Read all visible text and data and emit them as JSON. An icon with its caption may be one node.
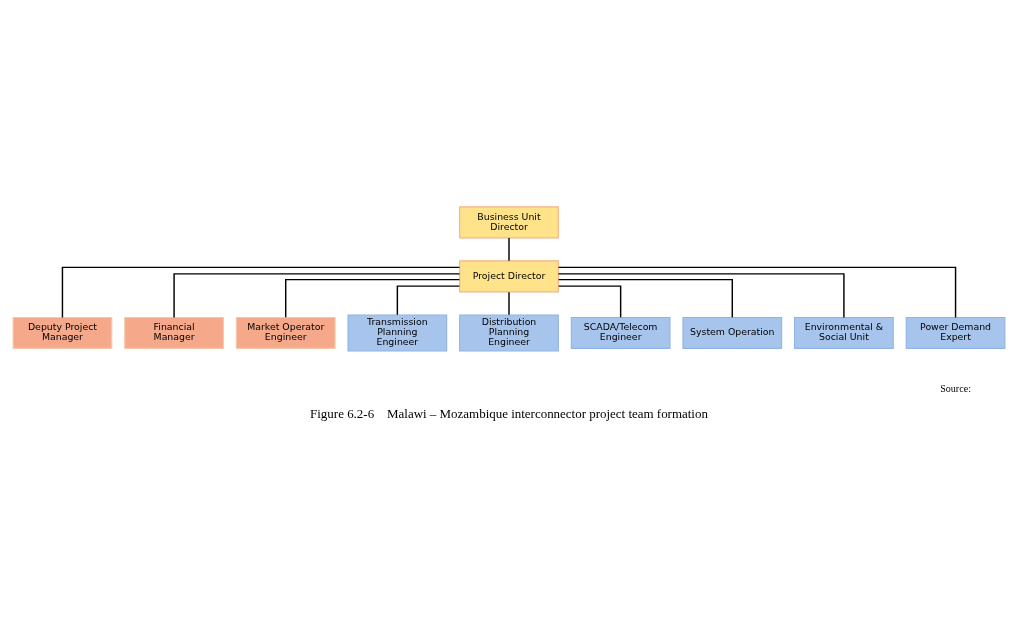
{
  "diagram": {
    "caption": "Figure 6.2-6    Malawi – Mozambique interconnector project team formation",
    "nodes": [
      {
        "text": [
          "Business Unit Director"
        ]
      },
      {
        "text": [
          "Project Director"
        ]
      },
      {
        "text": [
          "Deputy Project Manager"
        ]
      },
      {
        "text": [
          "Financial Manager"
        ]
      },
      {
        "text": [
          "Market Operator Engineer"
        ]
      },
      {
        "text": [
          "Transmission Planning Engineer"
        ]
      },
      {
        "text": [
          "Distribution Planning Engineer"
        ]
      },
      {
        "text": [
          "SCADA/Telecom Engineer"
        ]
      },
      {
        "text": [
          "System Operation"
        ]
      },
      {
        "text": [
          "Environmental & Social Unit"
        ]
      },
      {
        "text": [
          "Power Demand Expert"
        ]
      }
    ],
    "edges": [
      {
        "from": 0,
        "to": 1,
        "arrow": "none"
      },
      {
        "from": 1,
        "to": 2,
        "arrow": "none"
      },
      {
        "from": 1,
        "to": 3,
        "arrow": "none"
      },
      {
        "from": 1,
        "to": 4,
        "arrow": "none"
      },
      {
        "from": 1,
        "to": 5,
        "arrow": "none"
      },
      {
        "from": 1,
        "to": 6,
        "arrow": "none"
      },
      {
        "from": 1,
        "to": 7,
        "arrow": "none"
      },
      {
        "from": 1,
        "to": 8,
        "arrow": "none"
      },
      {
        "from": 1,
        "to": 9,
        "arrow": "none"
      },
      {
        "from": 1,
        "to": 10,
        "arrow": "none"
      }
    ],
    "labels": [
      "Source:"
    ]
  }
}
